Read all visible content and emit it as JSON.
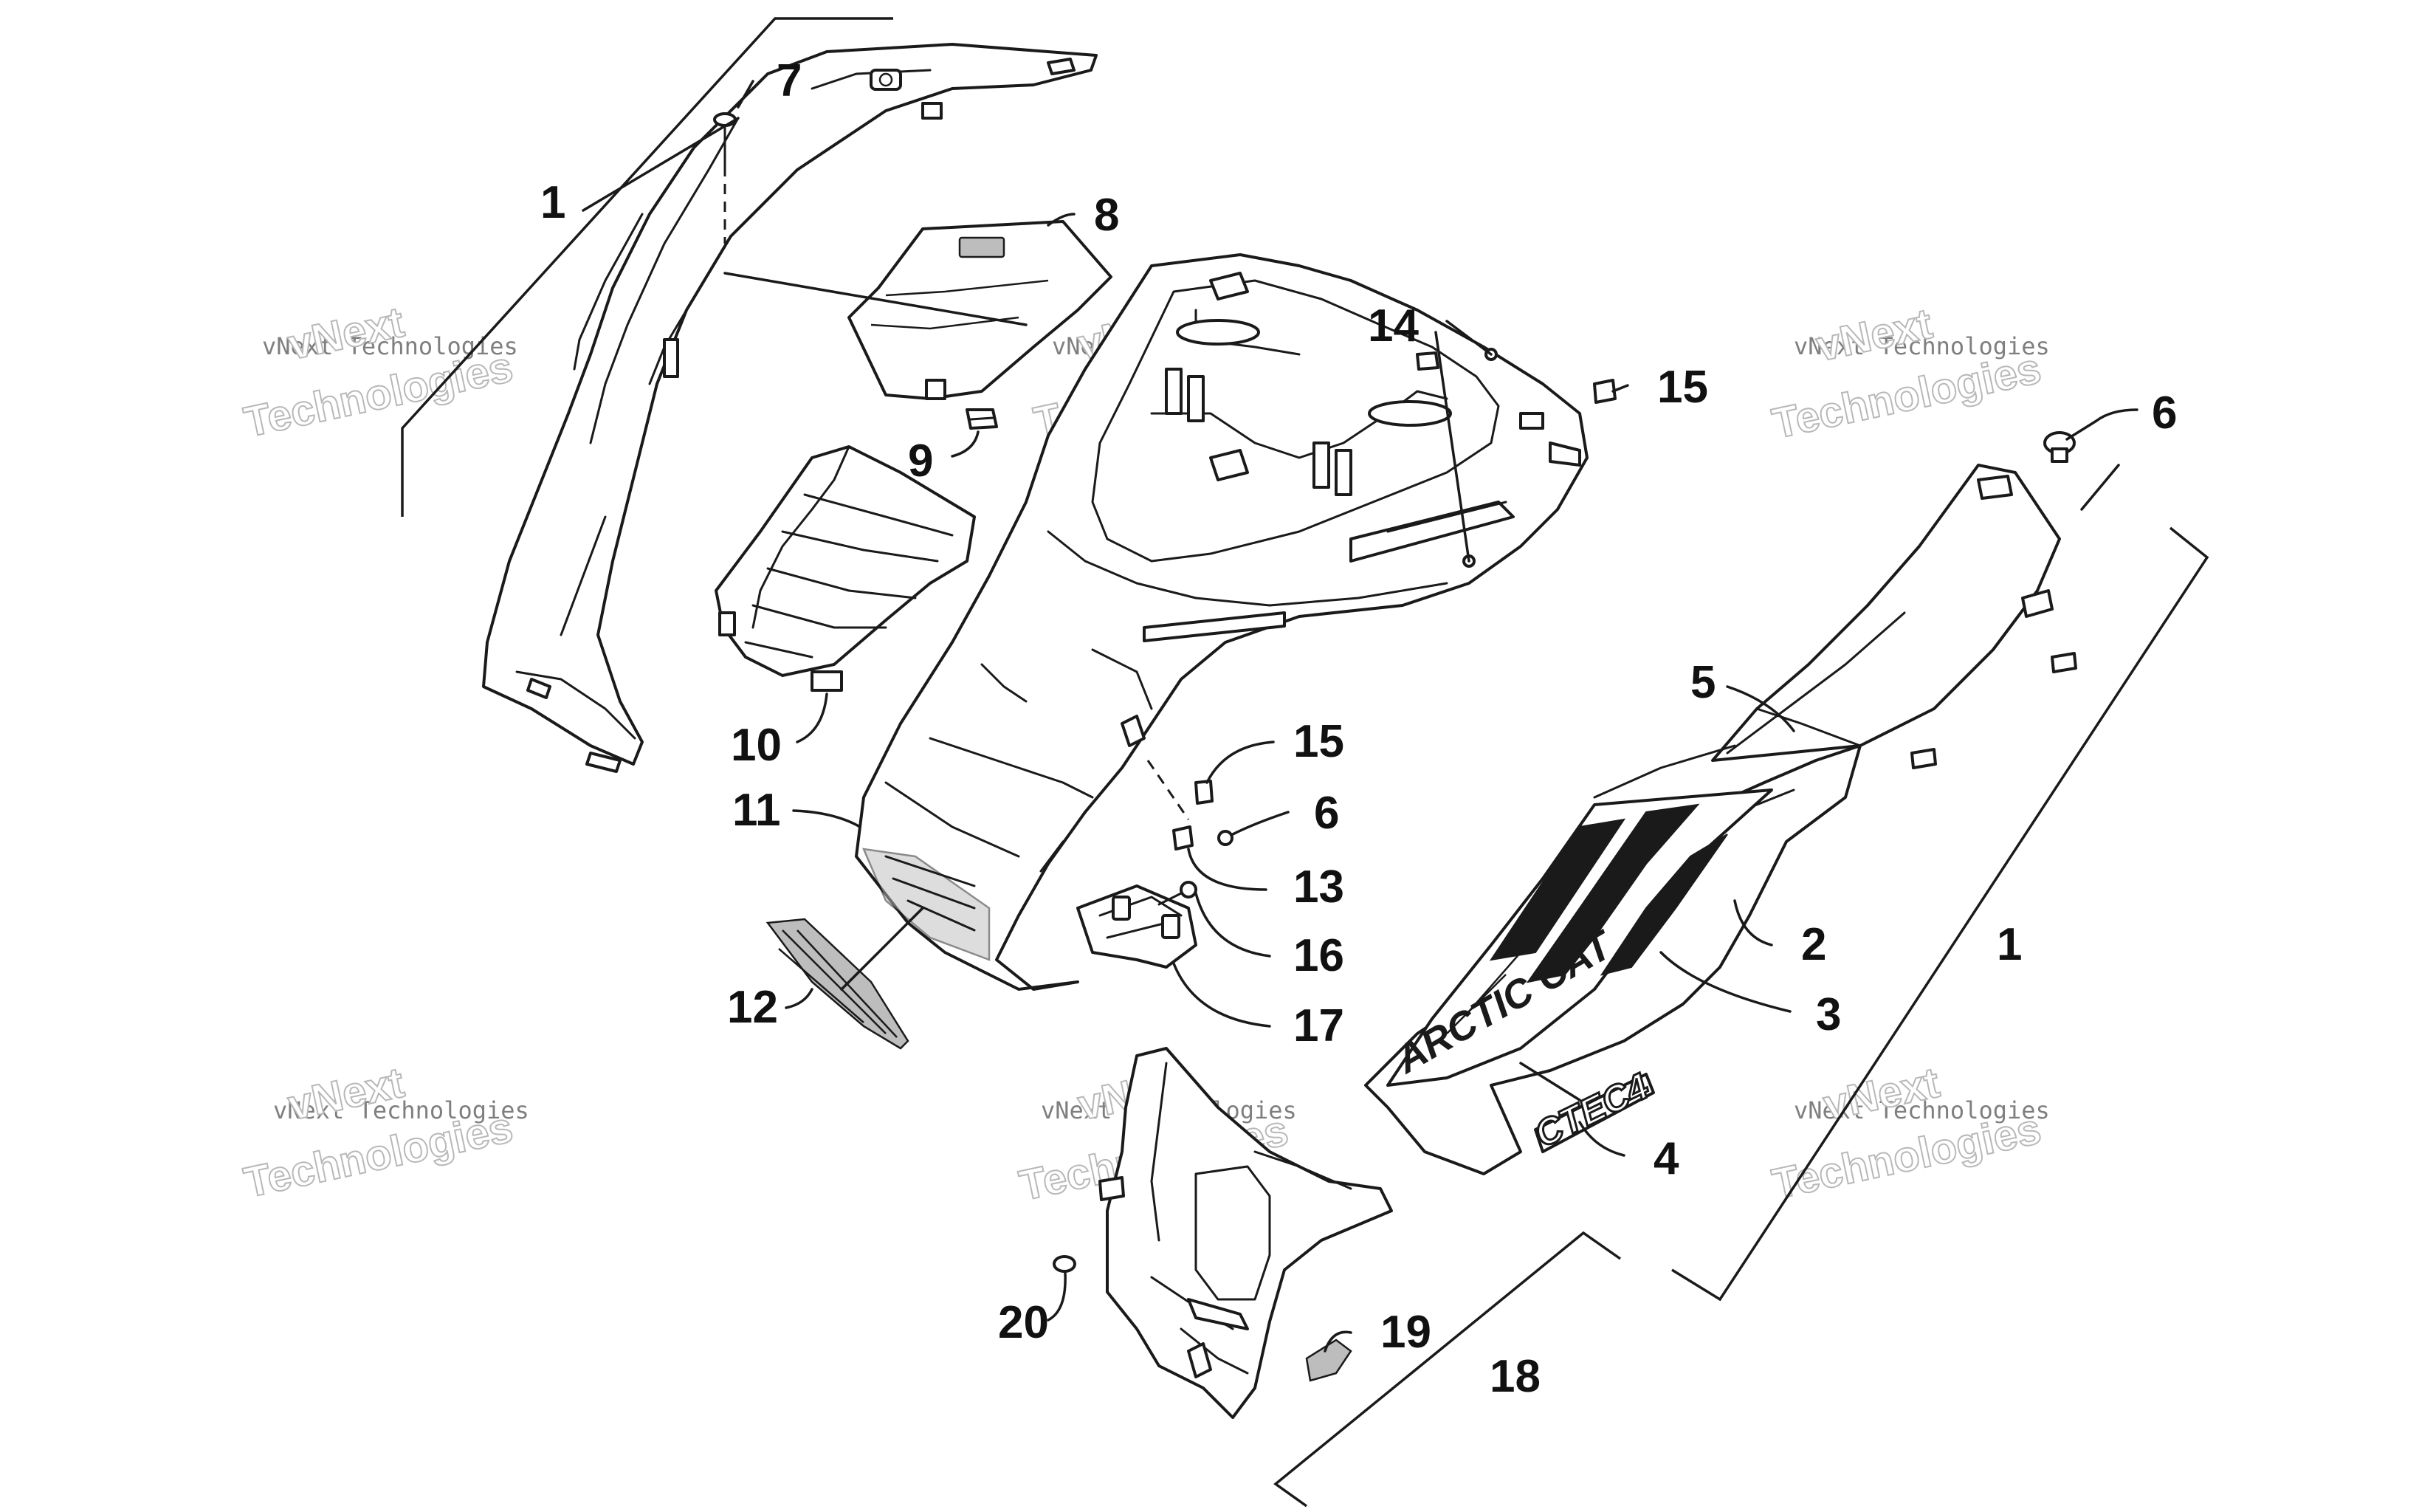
{
  "diagram": {
    "callouts": {
      "c1_left": "1",
      "c1_right": "1",
      "c2": "2",
      "c3": "3",
      "c4": "4",
      "c5": "5",
      "c6_top": "6",
      "c6_mid": "6",
      "c7": "7",
      "c8": "8",
      "c9": "9",
      "c10": "10",
      "c11": "11",
      "c12": "12",
      "c13": "13",
      "c14": "14",
      "c15_top": "15",
      "c15_mid": "15",
      "c16": "16",
      "c17": "17",
      "c18": "18",
      "c19": "19",
      "c20": "20"
    },
    "decals": {
      "brand": "ARCTIC CAT",
      "model": "CTEC4"
    },
    "watermark": {
      "line_small": "vNext Technologies",
      "line_big_1": "vNext",
      "line_big_2": "Technologies"
    }
  }
}
